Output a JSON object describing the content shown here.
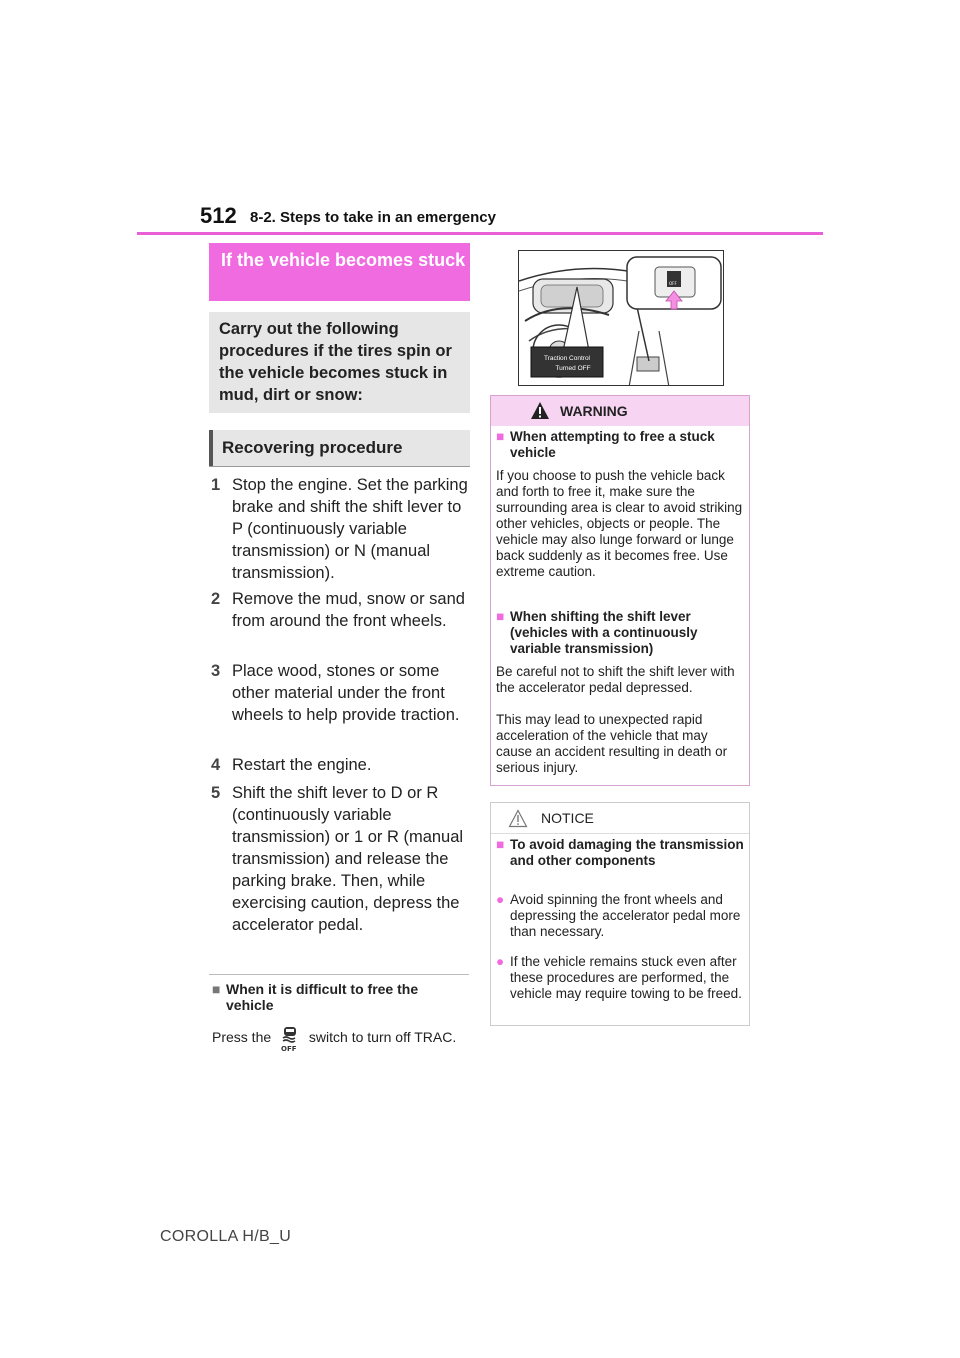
{
  "header": {
    "page_number": "512",
    "section": "8-2. Steps to take in an emergency"
  },
  "title_box": {
    "title": "If the vehicle becomes stuck"
  },
  "intro_box": {
    "text": "Carry out the following procedures if the tires spin or the vehicle becomes stuck in mud, dirt or snow:"
  },
  "procedure": {
    "heading": "Recovering procedure",
    "steps": [
      {
        "num": "1",
        "text": "Stop the engine. Set the parking brake and shift the shift lever to P (continuously variable transmission) or N (manual transmission)."
      },
      {
        "num": "2",
        "text": "Remove the mud, snow or sand from around the front wheels."
      },
      {
        "num": "3",
        "text": "Place wood, stones or some other material under the front wheels to help provide traction."
      },
      {
        "num": "4",
        "text": "Restart the engine."
      },
      {
        "num": "5",
        "text": "Shift the shift lever to D or R (continuously variable transmission) or 1 or R (manual transmission) and release the parking brake. Then, while exercising caution, depress the accelerator pedal."
      }
    ]
  },
  "note": {
    "marker": "■",
    "heading": "When it is difficult to free the vehicle",
    "body_before": "Press the",
    "body_after": "switch to turn off TRAC."
  },
  "figure": {
    "callout_line1": "Traction Control",
    "callout_line2": "Turned OFF",
    "icon": "traction-control-off-icon"
  },
  "warning": {
    "title": "WARNING",
    "marker": "■",
    "items": [
      {
        "heading": "When attempting to free a stuck vehicle",
        "body": "If you choose to push the vehicle back and forth to free it, make sure the surrounding area is clear to avoid striking other vehicles, objects or people. The vehicle may also lunge forward or lunge back suddenly as it becomes free. Use extreme caution."
      },
      {
        "heading": "When shifting the shift lever (vehicles with a continuously variable transmission)",
        "body1": "Be careful not to shift the shift lever with the accelerator pedal depressed.",
        "body2": "This may lead to unexpected rapid acceleration of the vehicle that may cause an accident resulting in death or serious injury."
      }
    ]
  },
  "notice": {
    "title": "NOTICE",
    "marker": "■",
    "bullet": "●",
    "heading": "To avoid damaging the transmission and other components",
    "bullets": [
      "Avoid spinning the front wheels and depressing the accelerator pedal more than necessary.",
      "If the vehicle remains stuck even after these procedures are performed, the vehicle may require towing to be freed."
    ]
  },
  "footer": {
    "text": "COROLLA H/B_U"
  },
  "colors": {
    "accent": "#f06ae0",
    "warning_header": "#f7d4f2",
    "gray_box": "#e6e6e6"
  }
}
